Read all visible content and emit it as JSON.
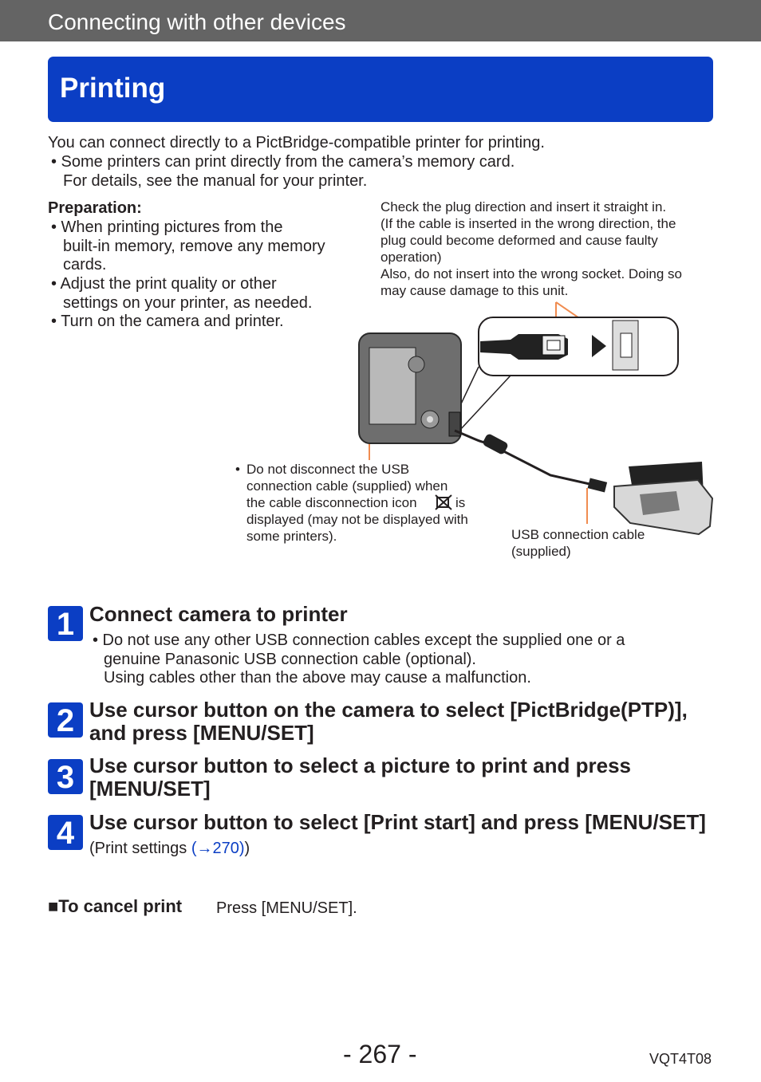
{
  "header": {
    "section_title": "Connecting with other devices"
  },
  "banner": {
    "title": "Printing"
  },
  "intro": {
    "line1": "You can connect directly to a PictBridge-compatible printer for printing.",
    "bullet1_line1": "• Some printers can print directly from the camera’s memory card.",
    "bullet1_line2": "For details, see the manual for your printer."
  },
  "preparation": {
    "heading": "Preparation:",
    "lines": [
      "• When printing pictures from the",
      "built-in memory, remove any memory",
      "cards.",
      "• Adjust the print quality or other",
      "settings on your printer, as needed.",
      "• Turn on the camera and printer."
    ]
  },
  "plug_note": {
    "lines": [
      "Check the plug direction and insert it straight in.",
      "(If the cable is inserted in the wrong direction, the",
      "plug could become deformed and cause faulty",
      "operation)",
      "Also, do not insert into the wrong socket. Doing so",
      "may cause damage to this unit."
    ]
  },
  "disconnect_note": {
    "lines": [
      "•",
      "Do not disconnect the USB",
      "connection cable (supplied) when",
      "the cable disconnection icon",
      "is",
      "displayed (may not be displayed with",
      "some printers)."
    ]
  },
  "cable_label": {
    "line1": "USB connection cable",
    "line2": "(supplied)"
  },
  "steps": [
    {
      "number": "1",
      "title": "Connect camera to printer",
      "note_line1": "• Do not use any other USB connection cables except the supplied one or a",
      "note_line2": "genuine Panasonic USB connection cable (optional).",
      "note_line3": "Using cables other than the above may cause a malfunction."
    },
    {
      "number": "2",
      "title_line1": "Use cursor button on the camera to select [PictBridge(PTP)],",
      "title_line2": "and press [MENU/SET]"
    },
    {
      "number": "3",
      "title_line1": "Use cursor button to select a picture to print and press",
      "title_line2": "[MENU/SET]"
    },
    {
      "number": "4",
      "title": "Use cursor button to select [Print start] and press [MENU/SET]",
      "note_prefix": "(Print settings ",
      "note_link": "(→270)",
      "note_suffix": ")"
    }
  ],
  "cancel": {
    "label": "■To cancel print",
    "text": "Press [MENU/SET]."
  },
  "footer": {
    "page_number": "- 267 -",
    "doc_code": "VQT4T08"
  },
  "colors": {
    "header_gray": "#646464",
    "accent_blue": "#0b3ec4",
    "callout_orange": "#f08c50"
  },
  "icons": {
    "disconnect_icon": "cable-disconnection-icon"
  }
}
